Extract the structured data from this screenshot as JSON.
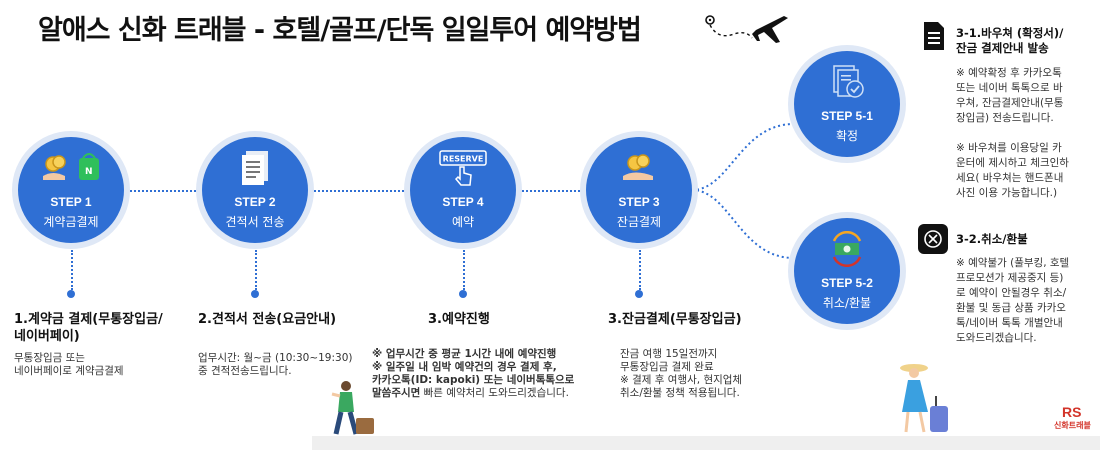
{
  "title": "알애스 신화 트래블 - 호텔/골프/단독 일일투어 예약방법",
  "steps": [
    {
      "step": "STEP 1",
      "sub": "계약금결제",
      "title": "1.계약금 결제(무통장입금/\n네이버페이)",
      "desc": "무통장입금 또는\n네이버페이로 계약금결제",
      "icon": "coins-bag-icon"
    },
    {
      "step": "STEP 2",
      "sub": "견적서 전송",
      "title": "2.견적서 전송(요금안내)",
      "desc": "업무시간: 월~금 (10:30~19:30)\n중 견적전송드립니다.",
      "icon": "document-icon"
    },
    {
      "step": "STEP 4",
      "sub": "예약",
      "title": "3.예약진행",
      "desc_lines": [
        {
          "bold": "※ 업무시간 중 평균 1시간 내에 예약진행",
          "rest": ""
        },
        {
          "bold": "※ 일주일 내 임박 예약건의 경우 결제 후,",
          "rest": ""
        },
        {
          "bold": "카카오톡(ID: kapoki) 또는 네이버톡톡으로",
          "rest": ""
        },
        {
          "bold": "말씀주시면",
          "rest": " 빠른 예약처리 도와드리겠습니다."
        }
      ],
      "icon": "reserve-button-icon",
      "icon_text": "RESERVE"
    },
    {
      "step": "STEP 3",
      "sub": "잔금결제",
      "title": "3.잔금결제(무통장입금)",
      "desc": "잔금 여행 15일전까지\n무통장입금 결제 완료\n※ 결제 후 여행사, 현지업체\n취소/환불 정책 적용됩니다.",
      "icon": "coins-hand-icon"
    }
  ],
  "step5_1": {
    "step": "STEP 5-1",
    "sub": "확정",
    "head": "3-1.바우쳐 (확정서)/\n잔금 결제안내 발송",
    "desc": "※ 예약확정 후 카카오톡\n또는 네이버 톡톡으로 바\n우쳐, 잔금결제안내(무통\n장입금) 전송드립니다.\n\n※ 바우쳐를 이용당일 카\n운터에 제시하고 체크인하\n세요( 바우쳐는 핸드폰내\n사진 이용 가능합니다.)",
    "icon": "voucher-check-icon"
  },
  "step5_2": {
    "step": "STEP 5-2",
    "sub": "취소/환불",
    "head": "3-2.취소/환불",
    "desc": "※ 예약불가 (풀부킹, 호텔\n프로모션가 제공중지 등)\n로 예약이 안될경우 취소/\n환불 및 동급 상품 카카오\n톡/네이버 톡톡 개별안내\n도와드리겠습니다.",
    "icon": "refund-cash-icon"
  },
  "logo": {
    "mark": "RS",
    "name": "신화트래블"
  },
  "colors": {
    "primary": "#2f6fd4",
    "halo": "#dfe8f6",
    "logo": "#d3342a"
  }
}
